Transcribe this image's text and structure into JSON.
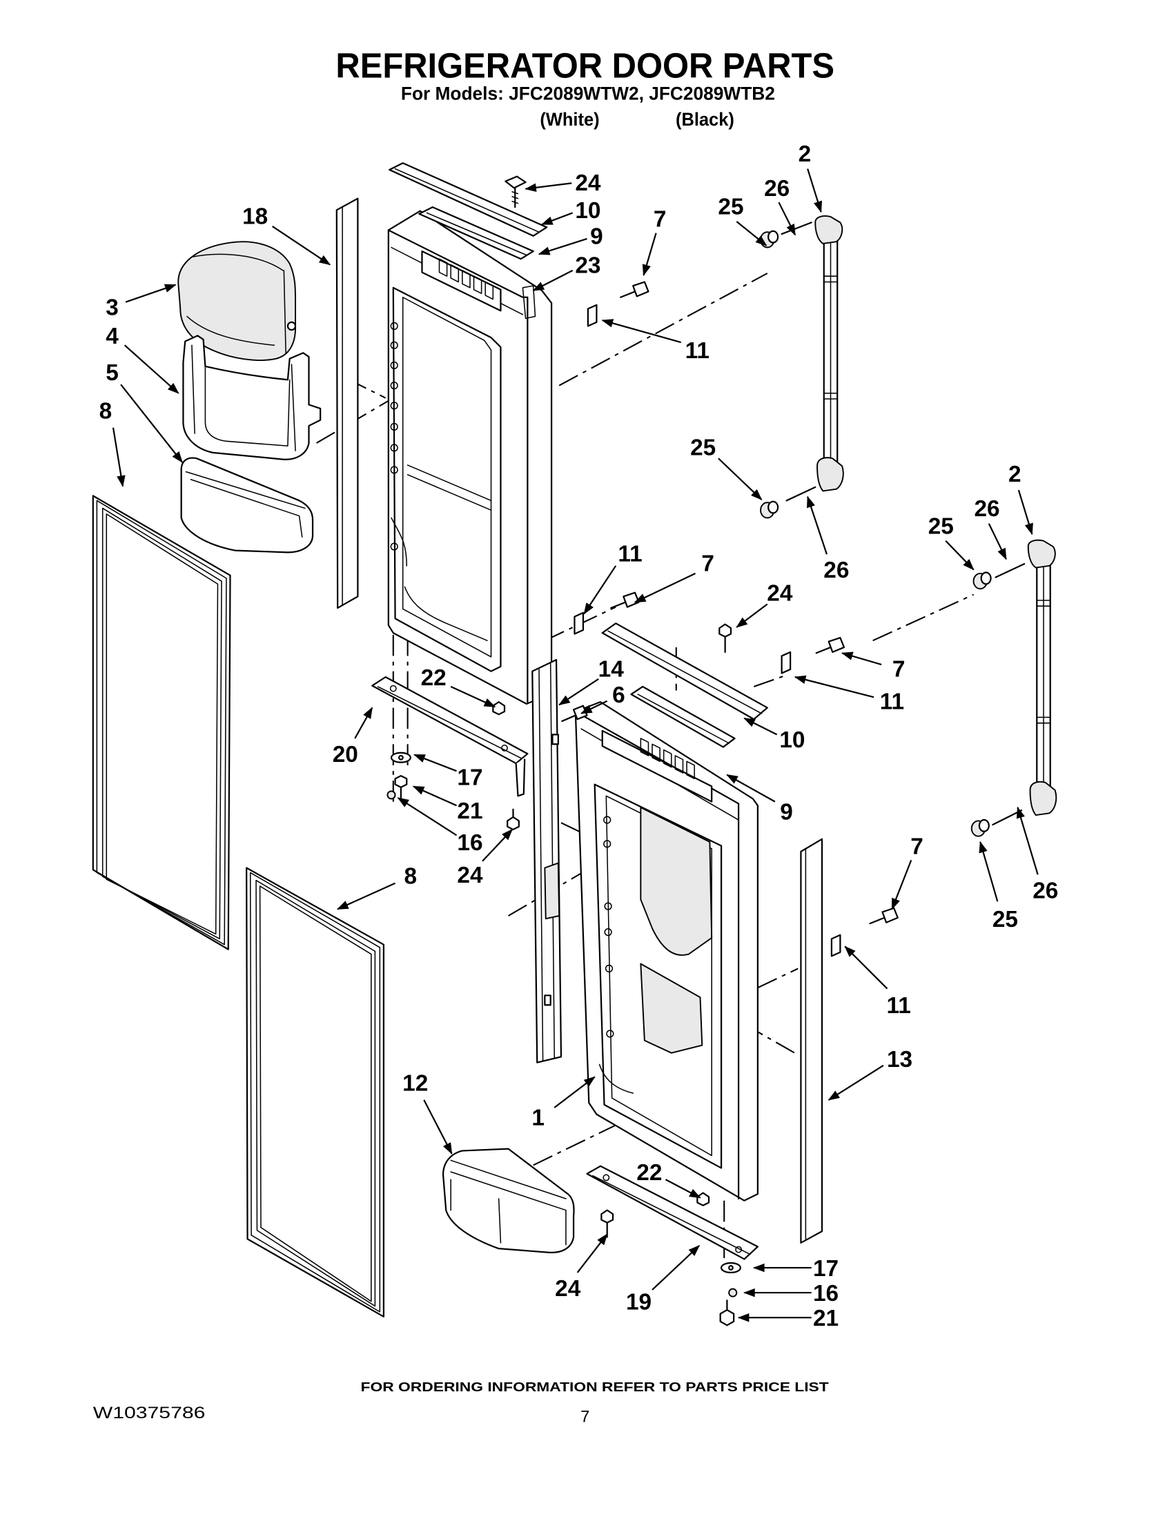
{
  "header": {
    "title": "REFRIGERATOR DOOR PARTS",
    "models_line": "For Models: JFC2089WTW2, JFC2089WTB2",
    "variant_white": "(White)",
    "variant_black": "(Black)"
  },
  "callouts": [
    "24",
    "10",
    "9",
    "23",
    "7",
    "11",
    "18",
    "3",
    "4",
    "5",
    "8",
    "2",
    "26",
    "25",
    "25",
    "26",
    "2",
    "26",
    "25",
    "11",
    "7",
    "24",
    "7",
    "11",
    "10",
    "14",
    "6",
    "22",
    "20",
    "17",
    "21",
    "16",
    "24",
    "9",
    "8",
    "7",
    "26",
    "25",
    "11",
    "13",
    "12",
    "1",
    "22",
    "24",
    "19",
    "17",
    "16",
    "21"
  ],
  "footer": {
    "ordering_note": "FOR ORDERING INFORMATION REFER TO PARTS PRICE LIST",
    "doc_number": "W10375786",
    "page_number": "7"
  }
}
